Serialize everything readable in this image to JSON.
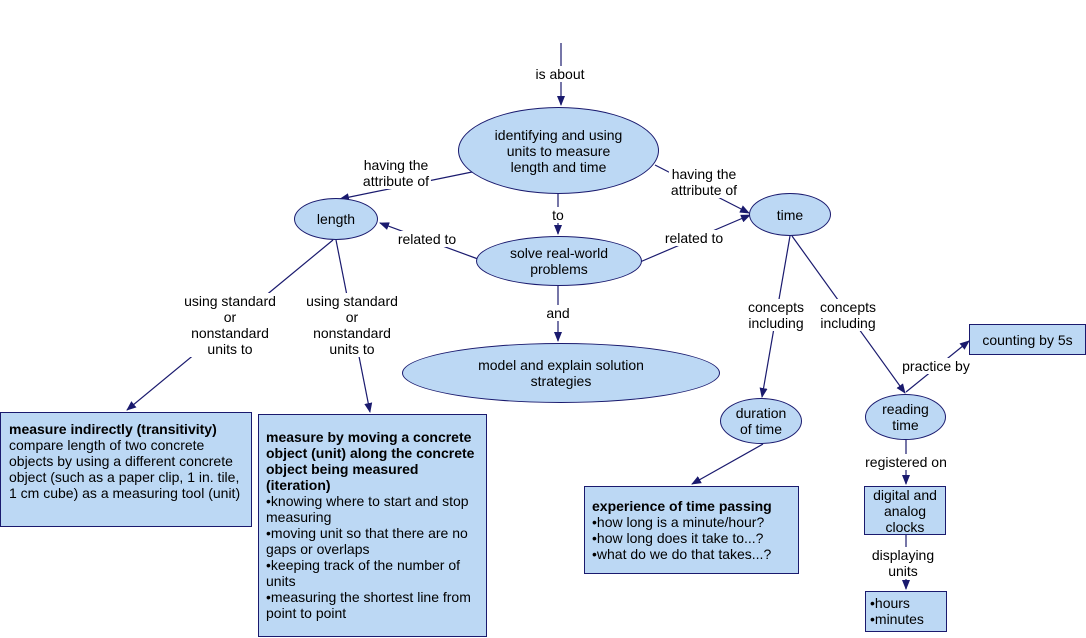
{
  "nodes": {
    "main": "identifying and using\nunits to measure\nlength and time",
    "length": "length",
    "time": "time",
    "solve": "solve real-world\nproblems",
    "model": "model and explain solution\nstrategies",
    "duration": "duration\nof time",
    "reading": "reading\ntime",
    "counting": "counting by 5s",
    "clocks": "digital and\nanalog\nclocks"
  },
  "boxes": {
    "indirect": {
      "title": "measure indirectly (transitivity)",
      "body": "compare length of two concrete objects by using a different concrete object (such as a paper clip, 1 in. tile, 1 cm cube) as a measuring tool (unit)"
    },
    "iteration": {
      "title": "measure by moving a concrete object (unit) along the concrete object being measured (iteration)",
      "items": [
        "knowing where to start and stop measuring",
        "moving unit so that there are no gaps or overlaps",
        "keeping track of the number of units",
        "measuring the shortest line from point to point"
      ]
    },
    "experience": {
      "title": "experience of time passing",
      "items": [
        "how long is a minute/hour?",
        "how long does it take to...?",
        "what do we do that takes...?"
      ]
    },
    "units": {
      "items": [
        "hours",
        "minutes"
      ]
    }
  },
  "links": {
    "is_about": "is about",
    "attr_left": "having the\nattribute of",
    "attr_right": "having the\nattribute of",
    "to": "to",
    "related_left": "related to",
    "related_right": "related to",
    "and": "and",
    "using_1": "using standard\nor\nnonstandard\nunits to",
    "using_2": "using standard\nor\nnonstandard\nunits to",
    "concepts_1": "concepts\nincluding",
    "concepts_2": "concepts\nincluding",
    "practice": "practice by",
    "registered": "registered on",
    "displaying": "displaying\nunits"
  },
  "colors": {
    "node_fill": "#bcd8f4",
    "line": "#1a1a6e"
  }
}
